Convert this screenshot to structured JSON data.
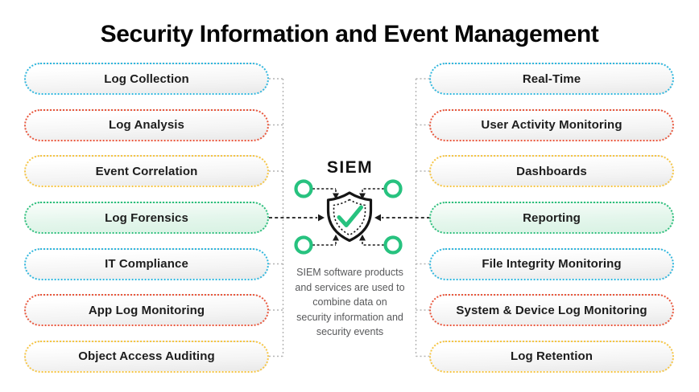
{
  "title": "Security Information and Event Management",
  "center": {
    "label": "SIEM",
    "description": "SIEM software products\nand services are used to\ncombine data on\nsecurity information and\nsecurity events",
    "icon": "shield-with-checkmark"
  },
  "colors": {
    "cyan": "#30B7DE",
    "red": "#E9573D",
    "yellow": "#F6C544",
    "green": "#2CBE7C",
    "icon_green": "#27C27F",
    "connector_gray": "#b3b3b3",
    "line_black": "#1a1a1a"
  },
  "left_items": [
    {
      "label": "Log Collection",
      "color": "cyan"
    },
    {
      "label": "Log Analysis",
      "color": "red"
    },
    {
      "label": "Event Correlation",
      "color": "yellow"
    },
    {
      "label": "Log Forensics",
      "color": "green"
    },
    {
      "label": "IT Compliance",
      "color": "cyan"
    },
    {
      "label": "App Log Monitoring",
      "color": "red"
    },
    {
      "label": "Object Access Auditing",
      "color": "yellow"
    }
  ],
  "right_items": [
    {
      "label": "Real-Time",
      "color": "cyan"
    },
    {
      "label": "User Activity Monitoring",
      "color": "red"
    },
    {
      "label": "Dashboards",
      "color": "yellow"
    },
    {
      "label": "Reporting",
      "color": "green"
    },
    {
      "label": "File Integrity Monitoring",
      "color": "cyan"
    },
    {
      "label": "System & Device Log Monitoring",
      "color": "red"
    },
    {
      "label": "Log Retention",
      "color": "yellow"
    }
  ]
}
